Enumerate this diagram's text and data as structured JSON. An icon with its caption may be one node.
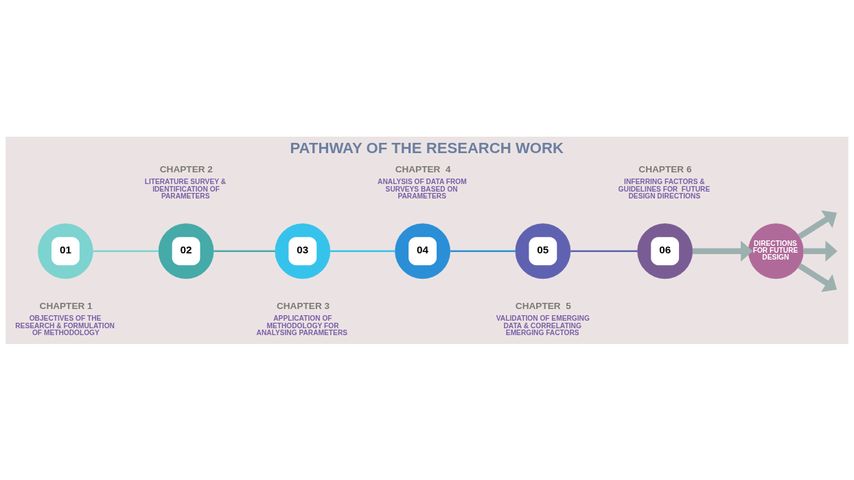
{
  "diagram": {
    "title": "PATHWAY OF THE RESEARCH WORK",
    "nodes": [
      {
        "text": [
          "01"
        ],
        "beside": [
          "CHAPTER 1",
          "OBJECTIVES OF THE RESEARCH & FORMULATION OF METHODOLOGY"
        ]
      },
      {
        "text": [
          "02"
        ],
        "beside": [
          "CHAPTER 2",
          "LITERATURE SURVEY & IDENTIFICATION OF PARAMETERS"
        ]
      },
      {
        "text": [
          "03"
        ],
        "beside": [
          "CHAPTER 3",
          "APPLICATION OF METHODOLOGY FOR ANALYSING PARAMETERS"
        ]
      },
      {
        "text": [
          "04"
        ],
        "beside": [
          "CHAPTER  4",
          "ANALYSIS OF DATA FROM SURVEYS BASED ON PARAMETERS"
        ]
      },
      {
        "text": [
          "05"
        ],
        "beside": [
          "CHAPTER  5",
          "VALIDATION OF EMERGING DATA & CORRELATING EMERGING FACTORS"
        ]
      },
      {
        "text": [
          "06"
        ],
        "beside": [
          "CHAPTER 6",
          "INFERRING FACTORS & GUIDELINES FOR  FUTURE DESIGN DIRECTIONS"
        ]
      },
      {
        "text": [
          "DIRECTIONS FOR FUTURE DESIGN"
        ]
      }
    ],
    "edges": [
      {
        "from": 0,
        "to": 1,
        "arrow": "none",
        "color": "#7dd3d0"
      },
      {
        "from": 1,
        "to": 2,
        "arrow": "none",
        "color": "#45aaa8"
      },
      {
        "from": 2,
        "to": 3,
        "arrow": "none",
        "color": "#35c3ec"
      },
      {
        "from": 3,
        "to": 4,
        "arrow": "none",
        "color": "#2a8fd6"
      },
      {
        "from": 4,
        "to": 5,
        "arrow": "none",
        "color": "#5f62b0"
      },
      {
        "from": 5,
        "to": 6,
        "arrow": "to",
        "style": "thick"
      },
      {
        "from": 6,
        "to": null,
        "arrow": "to",
        "style": "thick"
      },
      {
        "from": 6,
        "to": null,
        "arrow": "to",
        "style": "thick"
      },
      {
        "from": 6,
        "to": null,
        "arrow": "to",
        "style": "thick"
      }
    ]
  }
}
